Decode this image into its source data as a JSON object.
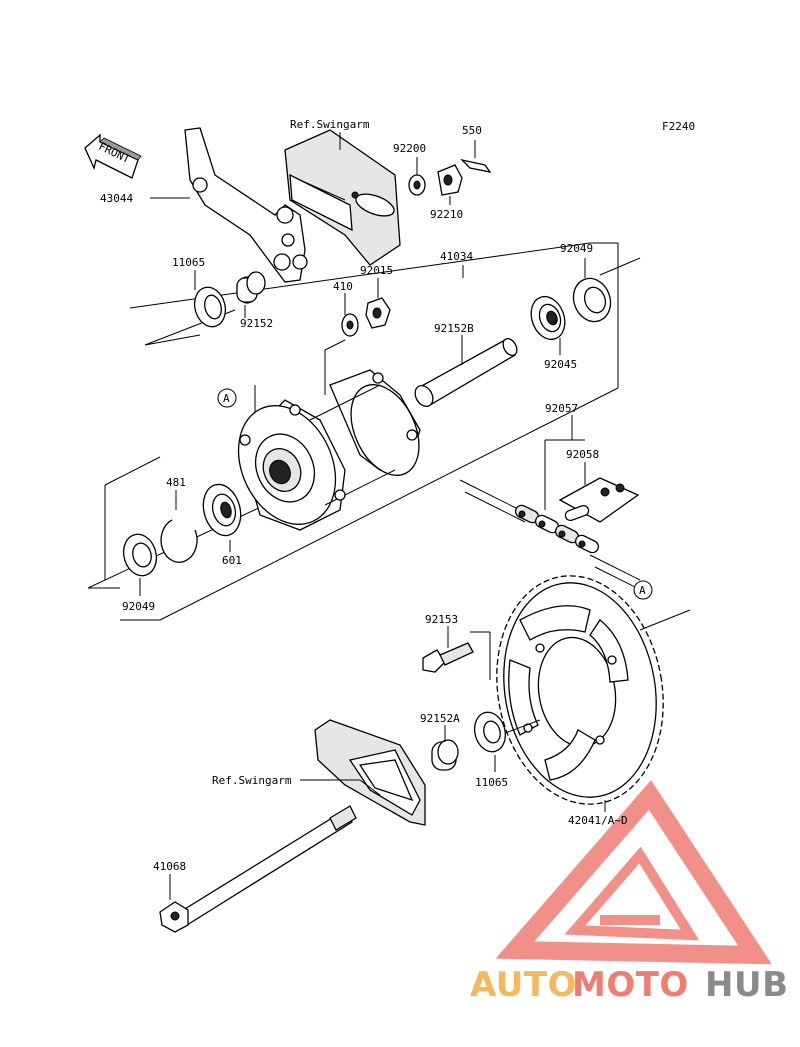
{
  "diagram_code": "F2240",
  "front_arrow_label": "FRONT",
  "ref_marker": "A",
  "labels": {
    "ref_swingarm_top": "Ref.Swingarm",
    "ref_swingarm_bottom": "Ref.Swingarm",
    "p550": "550",
    "p92200": "92200",
    "p92210": "92210",
    "p43044": "43044",
    "p41034": "41034",
    "p92049_top": "92049",
    "p11065_top": "11065",
    "p92015": "92015",
    "p410": "410",
    "p92152": "92152",
    "p92152B": "92152B",
    "p92045": "92045",
    "p92057": "92057",
    "p92058": "92058",
    "p481": "481",
    "p601": "601",
    "p92049_bottom": "92049",
    "p92153": "92153",
    "p92152A": "92152A",
    "p11065_bottom": "11065",
    "p42041": "42041/A~D",
    "p41068": "41068"
  },
  "watermark": {
    "part1": "AUTO",
    "part2": "MOTO",
    "part3": "HUB",
    "colors": {
      "auto": "#f4b860",
      "moto": "#ef7d74",
      "hub": "#8a8a8a",
      "triangle": "#ef7d74"
    }
  }
}
